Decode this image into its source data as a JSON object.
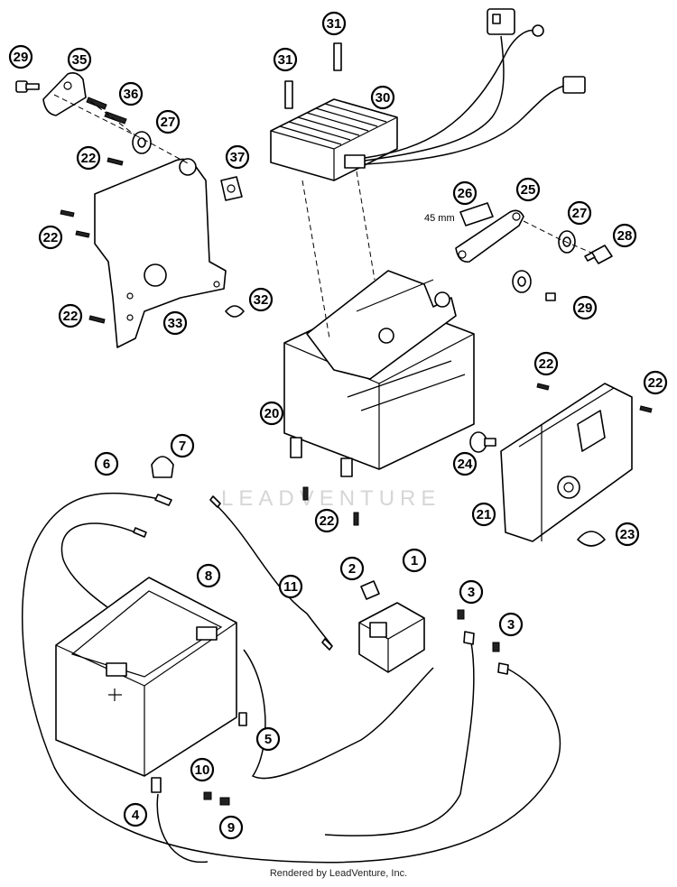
{
  "callouts": [
    {
      "label": "29"
    },
    {
      "label": "35"
    },
    {
      "label": "36"
    },
    {
      "label": "27"
    },
    {
      "label": "22"
    },
    {
      "label": "37"
    },
    {
      "label": "22"
    },
    {
      "label": "22"
    },
    {
      "label": "33"
    },
    {
      "label": "32"
    },
    {
      "label": "31"
    },
    {
      "label": "31"
    },
    {
      "label": "30"
    },
    {
      "label": "26"
    },
    {
      "label": "25"
    },
    {
      "label": "27"
    },
    {
      "label": "28"
    },
    {
      "label": "29"
    },
    {
      "label": "20"
    },
    {
      "label": "22"
    },
    {
      "label": "22"
    },
    {
      "label": "24"
    },
    {
      "label": "21"
    },
    {
      "label": "23"
    },
    {
      "label": "22"
    },
    {
      "label": "6"
    },
    {
      "label": "7"
    },
    {
      "label": "11"
    },
    {
      "label": "2"
    },
    {
      "label": "1"
    },
    {
      "label": "3"
    },
    {
      "label": "3"
    },
    {
      "label": "8"
    },
    {
      "label": "5"
    },
    {
      "label": "10"
    },
    {
      "label": "4"
    },
    {
      "label": "9"
    }
  ],
  "dimension_label": "45 mm",
  "watermark": "LEADVENTURE",
  "footer": "Rendered by LeadVenture, Inc."
}
